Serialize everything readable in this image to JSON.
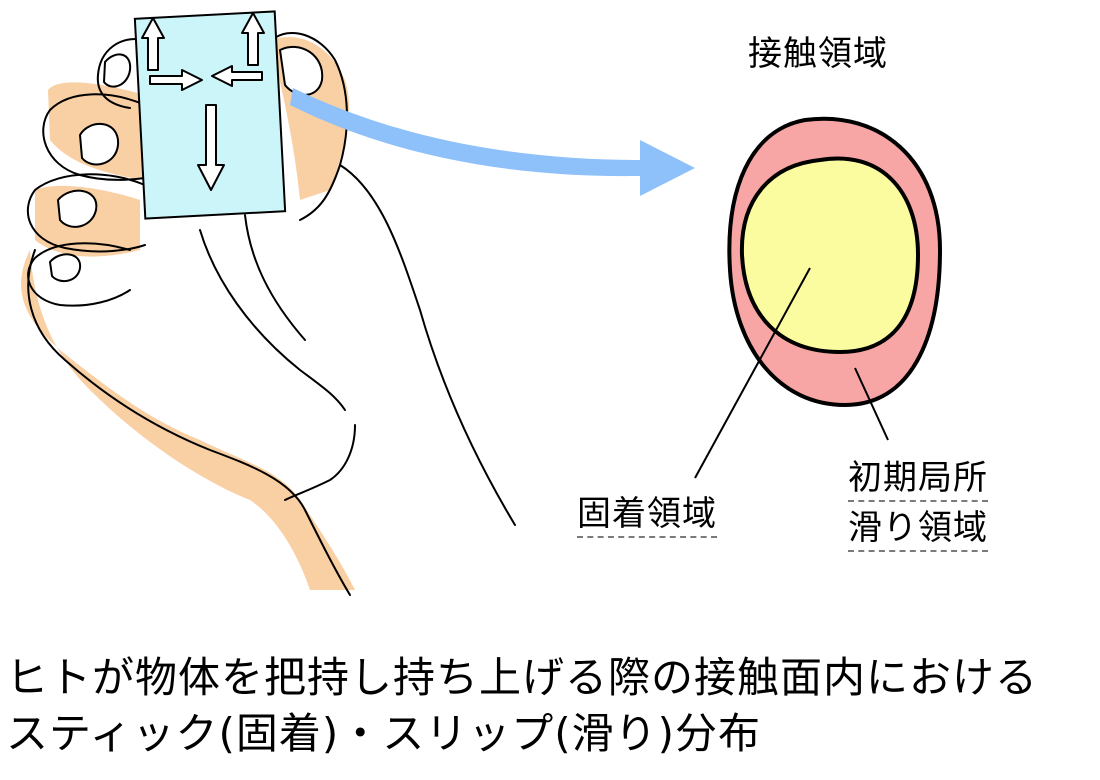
{
  "labels": {
    "contact_region": "接触領域",
    "stick_region": "固着領域",
    "slip_region_line1": "初期局所",
    "slip_region_line2": "滑り領域"
  },
  "caption": {
    "line1": "ヒトが物体を把持し持ち上げる際の接触面内における",
    "line2": "スティック(固着)・スリップ(滑り)分布"
  },
  "colors": {
    "skin": "#f9cfa4",
    "object": "#ccf5fa",
    "arrow": "#8ec0fa",
    "slip_area": "#f7a5a5",
    "stick_area": "#fbfba0",
    "outline": "#000000"
  }
}
